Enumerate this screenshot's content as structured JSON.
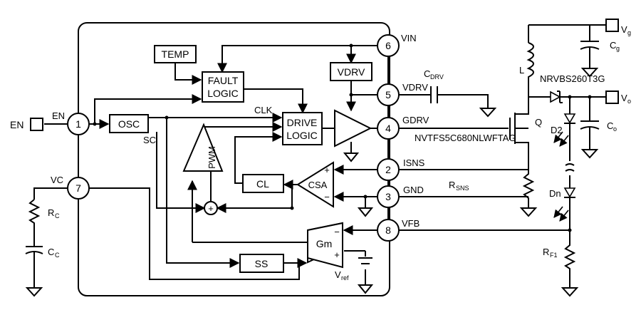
{
  "blocks": {
    "temp": "TEMP",
    "fault_1": "FAULT",
    "fault_2": "LOGIC",
    "vdrv": "VDRV",
    "osc": "OSC",
    "drive_1": "DRIVE",
    "drive_2": "LOGIC",
    "pwm": "PWM",
    "cl": "CL",
    "csa": "CSA",
    "ss": "SS",
    "gm": "Gm"
  },
  "signals": {
    "clk": "CLK",
    "sc": "SC",
    "vref_main": "V",
    "vref_sub": "ref"
  },
  "pins": [
    {
      "num": "1",
      "name": "EN"
    },
    {
      "num": "2",
      "name": "ISNS"
    },
    {
      "num": "3",
      "name": "GND"
    },
    {
      "num": "4",
      "name": "GDRV"
    },
    {
      "num": "5",
      "name": "VDRV"
    },
    {
      "num": "6",
      "name": "VIN"
    },
    {
      "num": "7",
      "name": "VC"
    },
    {
      "num": "8",
      "name": "VFB"
    }
  ],
  "external": {
    "en_terminal": "EN",
    "rc_main": "R",
    "rc_sub": "C",
    "cc_main": "C",
    "cc_sub": "C",
    "cdrv_main": "C",
    "cdrv_sub": "DRV",
    "inductor": "L",
    "diode_part": "NRVBS260T3G",
    "mosfet_part": "NVTFS5C680NLWFTAG",
    "mosfet": "Q",
    "rsns_main": "R",
    "rsns_sub": "SNS",
    "vg_main": "V",
    "vg_sub": "g",
    "cg_main": "C",
    "cg_sub": "g",
    "vo_main": "V",
    "vo_sub": "o",
    "co_main": "C",
    "co_sub": "o",
    "led_first": "D2",
    "led_last": "Dn",
    "rf1_main": "R",
    "rf1_sub": "F1"
  },
  "csa_signs": {
    "plus": "+",
    "minus": "−"
  },
  "gm_signs": {
    "minus": "−",
    "plus": "+"
  },
  "summer_sign": "+"
}
